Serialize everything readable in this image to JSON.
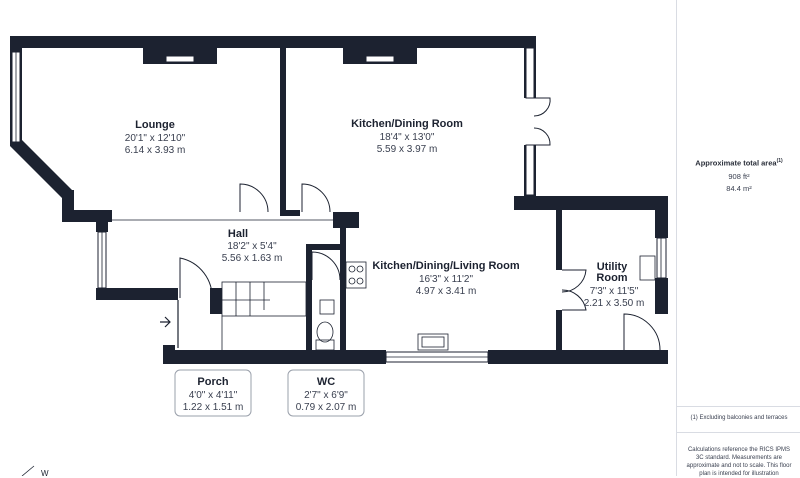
{
  "rooms": [
    {
      "key": "lounge",
      "name": "Lounge",
      "dim_imperial": "20'1\" x 12'10\"",
      "dim_metric": "6.14 x 3.93 m"
    },
    {
      "key": "kitchen_dining",
      "name": "Kitchen/Dining Room",
      "dim_imperial": "18'4\" x 13'0\"",
      "dim_metric": "5.59 x 3.97 m"
    },
    {
      "key": "hall",
      "name": "Hall",
      "dim_imperial": "18'2\" x 5'4\"",
      "dim_metric": "5.56 x 1.63 m"
    },
    {
      "key": "kitchen_living",
      "name": "Kitchen/Dining/Living Room",
      "dim_imperial": "16'3\" x 11'2\"",
      "dim_metric": "4.97 x 3.41 m"
    },
    {
      "key": "utility_1",
      "name": "Utility",
      "dim_imperial": "",
      "dim_metric": ""
    },
    {
      "key": "utility",
      "name": "Room",
      "dim_imperial": "7'3\" x 11'5\"",
      "dim_metric": "2.21 x 3.50 m"
    },
    {
      "key": "porch",
      "name": "Porch",
      "dim_imperial": "4'0\" x 4'11\"",
      "dim_metric": "1.22 x 1.51 m"
    },
    {
      "key": "wc",
      "name": "WC",
      "dim_imperial": "2'7\" x 6'9\"",
      "dim_metric": "0.79 x 2.07 m"
    }
  ],
  "summary": {
    "title": "Approximate total area",
    "title_note": "(1)",
    "area_imperial": "908 ft²",
    "area_metric": "84.4 m²",
    "footnote": "(1) Excluding balconies and terraces",
    "disclaimer": "Calculations reference the RICS IPMS 3C standard. Measurements are approximate and not to scale. This floor plan is intended for illustration"
  },
  "compass": {
    "label": "W"
  }
}
